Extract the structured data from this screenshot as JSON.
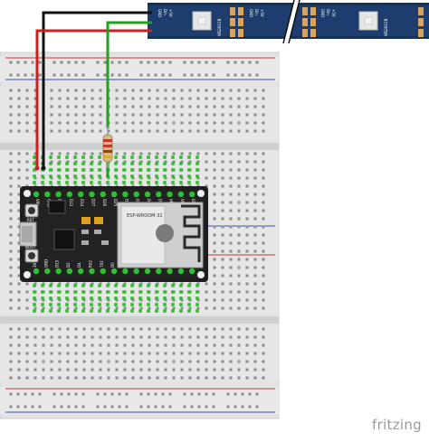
{
  "breadboard": {
    "name": "full-size breadboard"
  },
  "led_strip": {
    "segment_label": "WS2812B",
    "pin_labels": [
      "+5V",
      "Din",
      "GND"
    ]
  },
  "board": {
    "name": "ESP32 DevKit",
    "module_label": "ESP-WROOM-32",
    "button_left": "RST",
    "button_right": "BOOT",
    "top_pins": [
      "VIN",
      "GND",
      "D13",
      "D12",
      "D14",
      "D27",
      "D26",
      "D25",
      "D33",
      "D32",
      "D35",
      "D34",
      "VN",
      "VP",
      "EN"
    ],
    "bottom_pins": [
      "3V3",
      "GND",
      "D15",
      "D2",
      "D4",
      "RX2",
      "TX2",
      "D5",
      "D18",
      "D19",
      "D21",
      "RX0",
      "TX0",
      "D22",
      "D23"
    ]
  },
  "wires": {
    "red": "#cc1f1f",
    "black": "#111111",
    "green": "#1fa31f"
  },
  "resistor": {
    "name": "resistor"
  },
  "footer": {
    "logo": "fritzing"
  }
}
